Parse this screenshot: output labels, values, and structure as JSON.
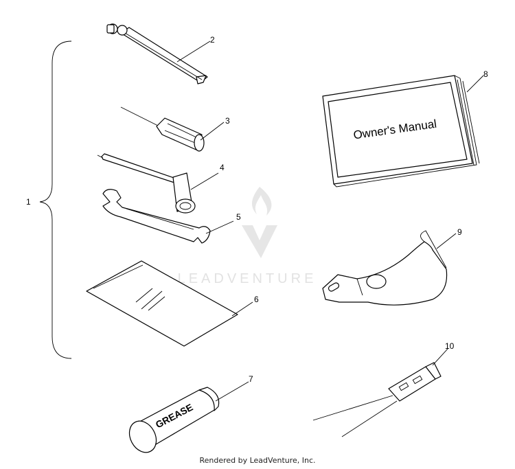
{
  "callouts": {
    "c1": "1",
    "c2": "2",
    "c3": "3",
    "c4": "4",
    "c5": "5",
    "c6": "6",
    "c7": "7",
    "c8": "8",
    "c9": "9",
    "c10": "10"
  },
  "labels": {
    "manual_title": "Owner's Manual",
    "grease": "GREASE"
  },
  "watermark": {
    "text": "LEADVENTURE"
  },
  "footer": {
    "credit": "Rendered by LeadVenture, Inc."
  },
  "colors": {
    "line": "#000000",
    "background": "#ffffff",
    "watermark": "#e2e2e2"
  }
}
